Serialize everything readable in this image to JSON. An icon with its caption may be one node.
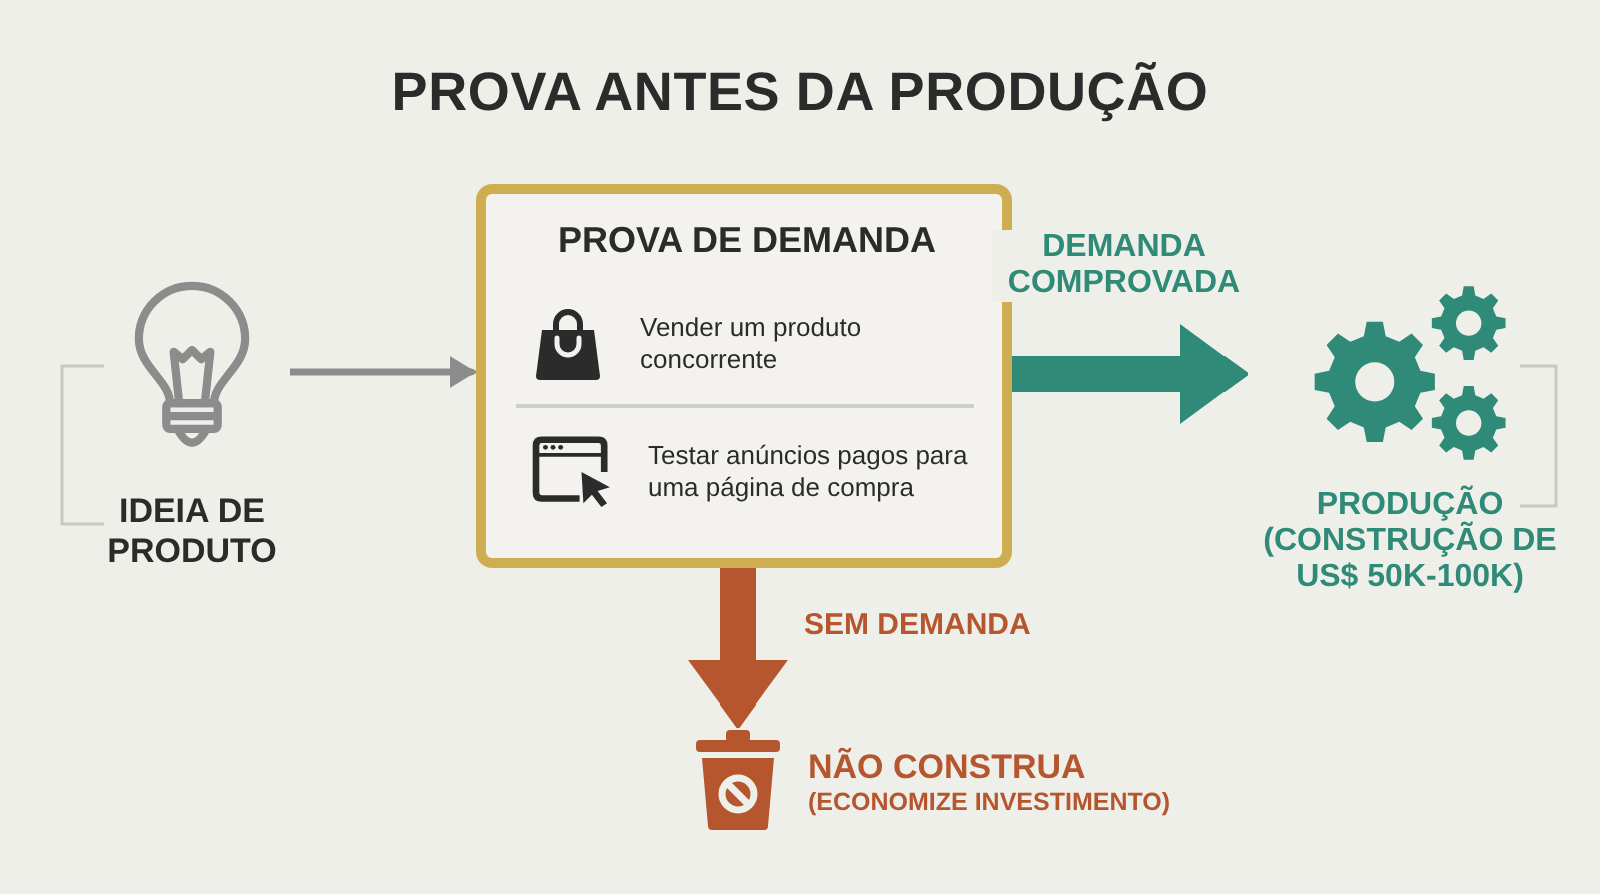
{
  "diagram": {
    "title": "PROVA ANTES DA PRODUÇÃO",
    "nodes": [
      {
        "text": [
          "IDEIA DE PRODUTO"
        ]
      },
      {
        "text": [
          "PROVA DE DEMANDA",
          "Vender um produto concorrente",
          "Testar anúncios pagos para uma página de compra"
        ]
      },
      {
        "text": [
          "PRODUÇÃO (CONSTRUÇÃO DE US$ 50K-100K)"
        ]
      },
      {
        "text": [
          "NÃO CONSTRUA",
          "(ECONOMIZE INVESTIMENTO)"
        ]
      }
    ],
    "edges": [
      {
        "from": 0,
        "to": 1,
        "arrow": "to",
        "color": "#8c8c8c"
      },
      {
        "from": 1,
        "to": 2,
        "arrow": "to",
        "label": "DEMANDA COMPROVADA",
        "color": "#2f8a78"
      },
      {
        "from": 1,
        "to": 3,
        "arrow": "to",
        "label": "SEM DEMANDA",
        "color": "#b5562f"
      }
    ]
  }
}
